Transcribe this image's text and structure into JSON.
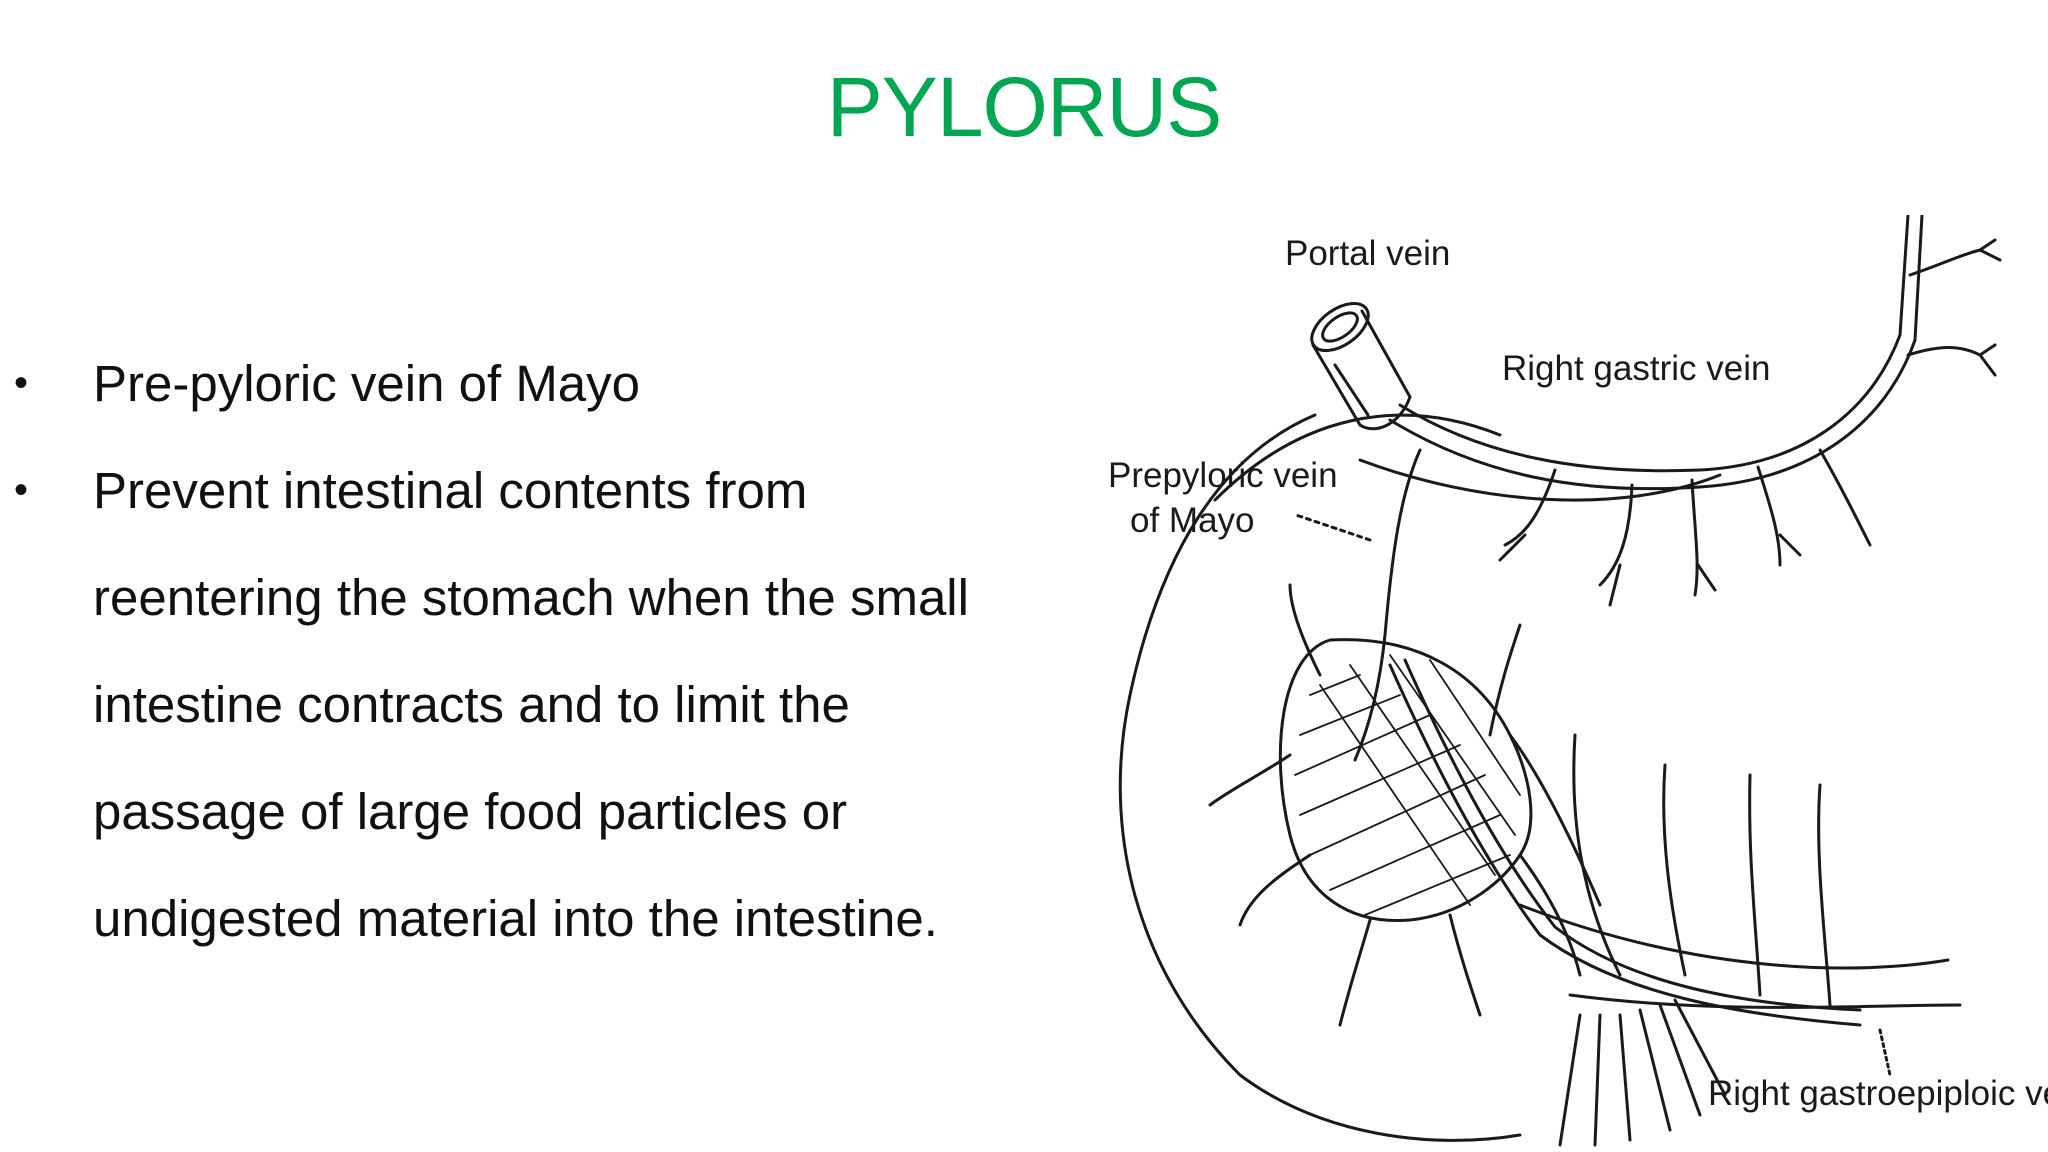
{
  "slide": {
    "title": "PYLORUS",
    "title_color": "#00a651",
    "bullets": [
      {
        "marker": "•",
        "text": "Pre-pyloric vein of Mayo"
      },
      {
        "marker": "•",
        "text": "Prevent intestinal contents from reentering the stomach when the small intestine contracts and to limit the passage of large food particles or undigested material into the intestine."
      }
    ]
  },
  "diagram": {
    "labels": {
      "portal_vein": "Portal vein",
      "right_gastric_vein": "Right gastric vein",
      "prepyloric_line1": "Prepyloric vein",
      "prepyloric_line2": "of Mayo",
      "right_gastroepiploic_vein": "Right gastroepiploic vein"
    }
  }
}
